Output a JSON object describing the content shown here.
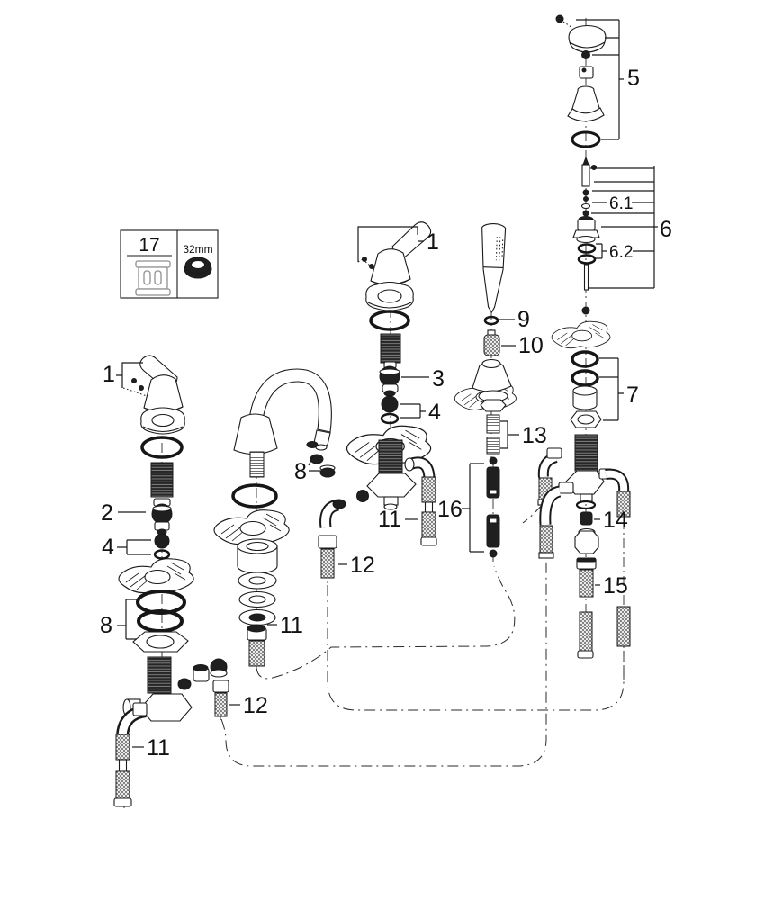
{
  "diagram_title": "faucet-exploded-parts-diagram",
  "callouts": {
    "handle_trim": "5",
    "cartridge_assembly": "6",
    "cartridge_upper": "6.1",
    "cartridge_seals": "6.2",
    "handle_center": "1",
    "handle_left": "1",
    "cartridge_left": "2",
    "cartridge_center": "3",
    "seal_set_center": "4",
    "seal_set_left": "4",
    "mounting_set_right": "7",
    "mounting_set_left": "8",
    "mounting_set_spout": "8",
    "washer_handshower": "9",
    "check_valve": "10",
    "hose_left": "11",
    "hose_spout": "11",
    "hose_center": "11",
    "connector_left": "12",
    "connector_spout": "12",
    "hose_section_pair": "13",
    "insert_right": "14",
    "supply_hose_right": "15",
    "pullout_hose": "16"
  },
  "legend": {
    "part_number": "17",
    "wrench_size": "32mm"
  },
  "colors": {
    "line": "#1a1a1a",
    "background": "#ffffff",
    "dark_fill": "#1f1f1f",
    "tool_gray": "#8f8f8f"
  }
}
